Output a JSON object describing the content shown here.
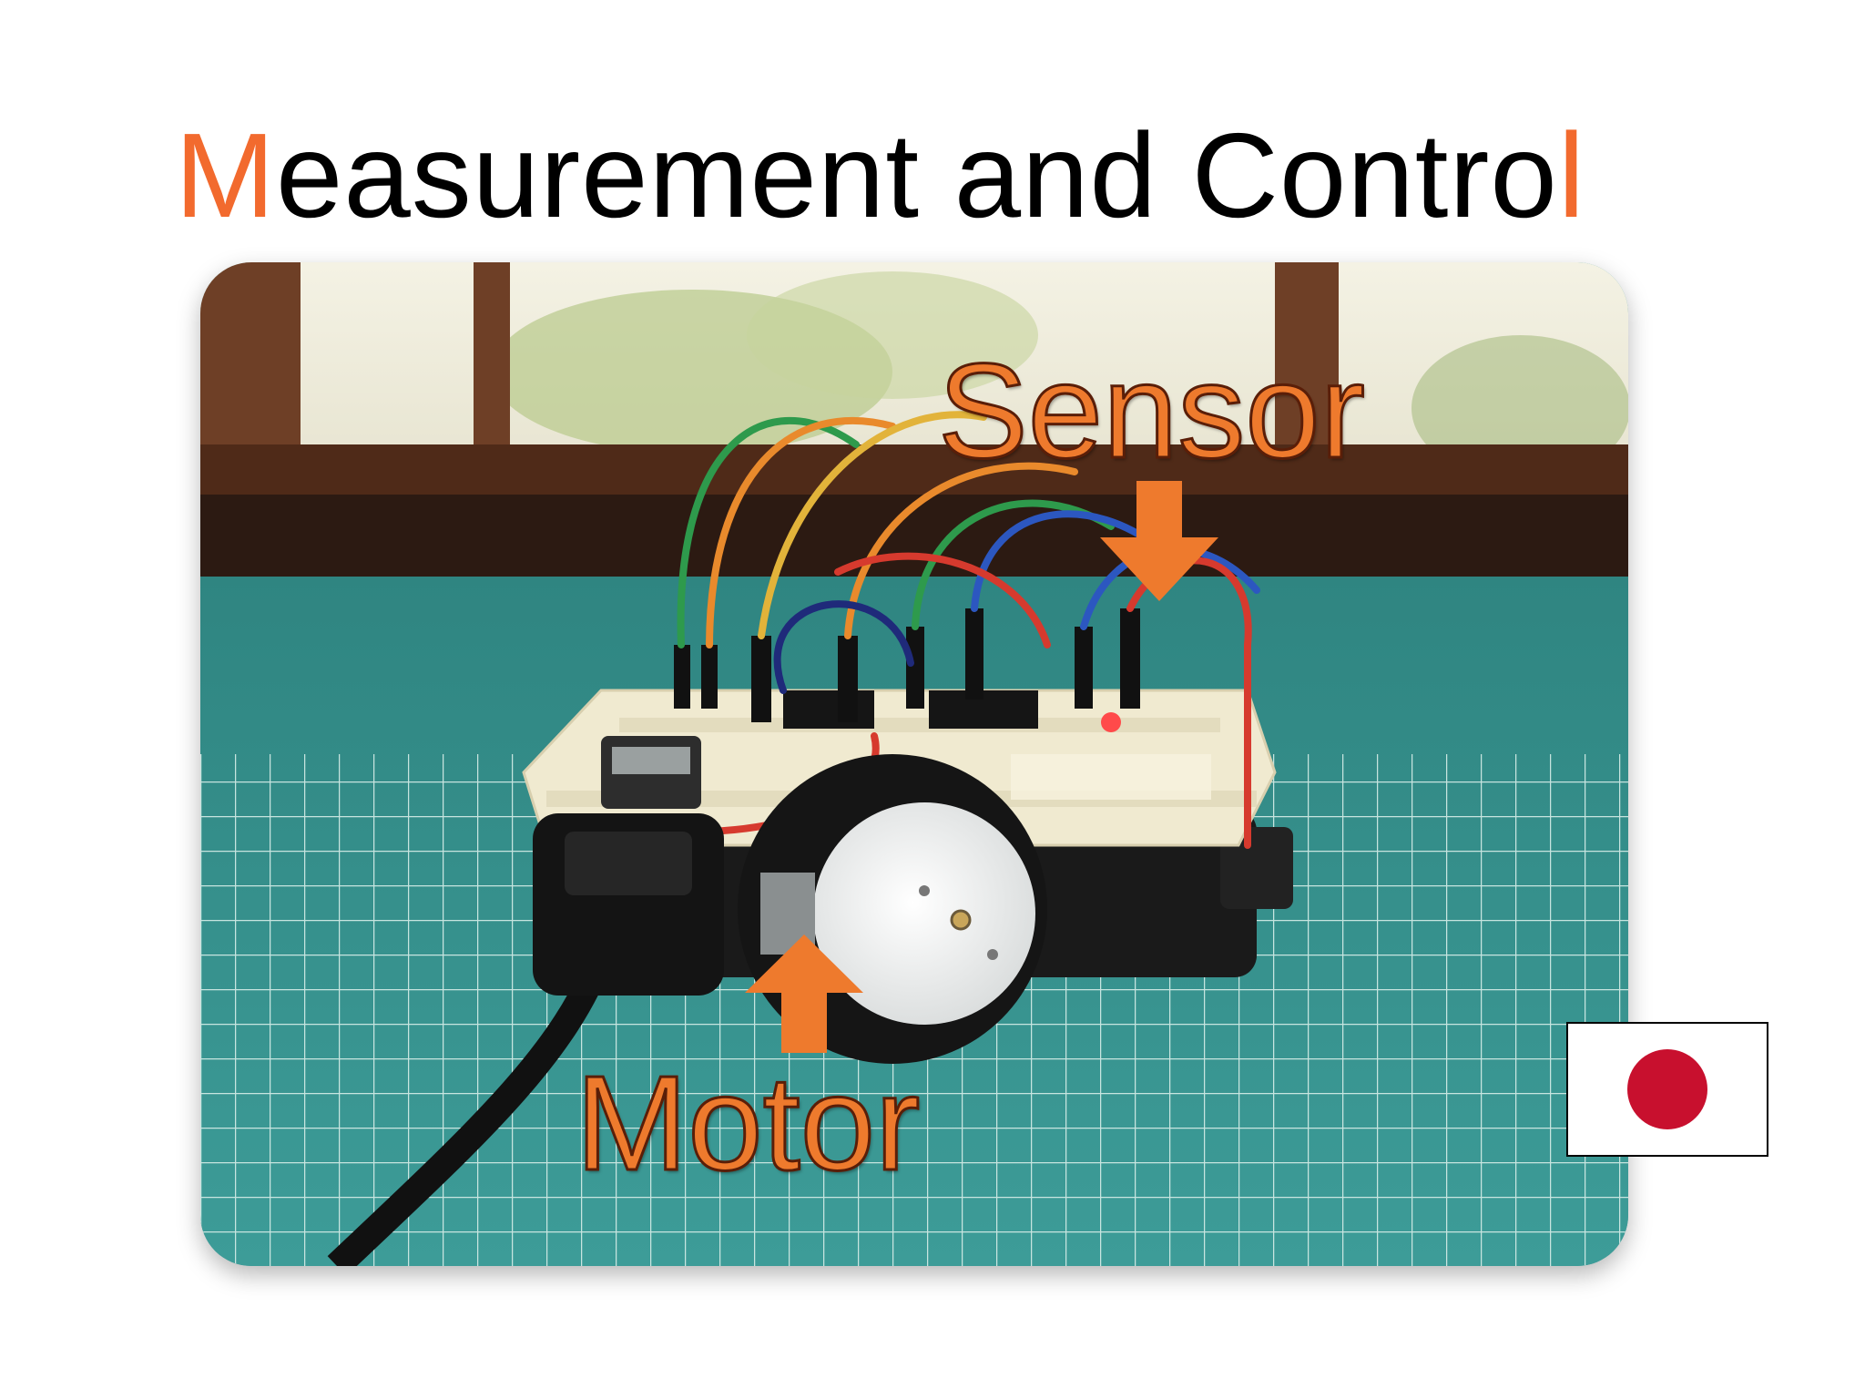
{
  "slide": {
    "title_first_letter": "M",
    "title_middle": "easurement and Contro",
    "title_last_letter": "l"
  },
  "annotations": {
    "sensor_label": "Sensor",
    "motor_label": "Motor"
  },
  "colors": {
    "accent": "#f26a2e",
    "label_fill": "#ee7a2d",
    "label_outline": "#5a1e08",
    "arrow": "#ee7a2d",
    "flag_red": "#c8102e",
    "mat": "#3f9b98"
  },
  "icons": {
    "photo": "robot-car-photo",
    "flag": "japan-flag-icon"
  }
}
